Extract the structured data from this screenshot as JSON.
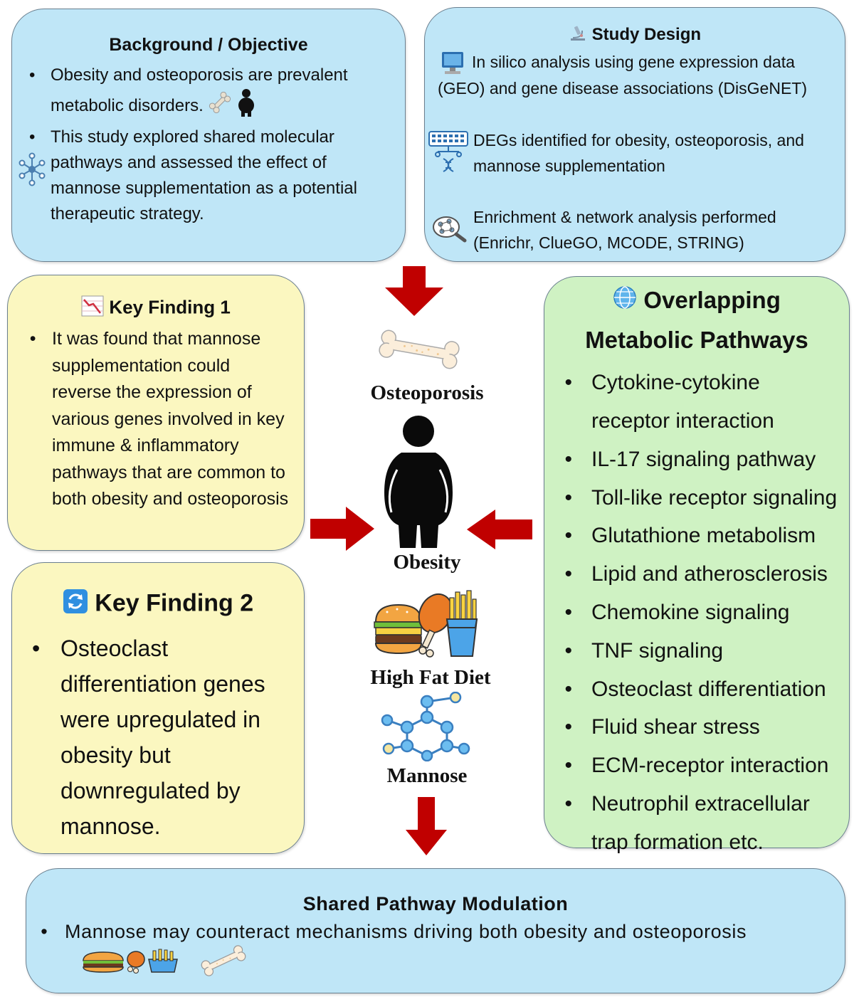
{
  "background": {
    "title": "Background / Objective",
    "items": [
      "Obesity and osteoporosis are prevalent metabolic disorders.",
      "This study explored shared molecular pathways and assessed the effect of mannose supplementation as a potential therapeutic strategy."
    ]
  },
  "study_design": {
    "title": "Study Design",
    "items": [
      "In silico analysis using  gene expression data (GEO) and  gene disease associations (DisGeNET)",
      "DEGs identified for obesity, osteoporosis, and mannose supplementation",
      "Enrichment & network analysis performed (Enrichr,   ClueGO, MCODE, STRING)"
    ]
  },
  "key_finding_1": {
    "title": "Key Finding 1",
    "items": [
      "It was found that mannose supplementation could reverse the expression of various genes involved in key immune & inflammatory pathways that are common to both obesity and osteoporosis"
    ]
  },
  "key_finding_2": {
    "title": "Key Finding 2",
    "items": [
      "Osteoclast differentiation genes were upregulated in obesity but downregulated by mannose."
    ]
  },
  "pathways": {
    "title": "Overlapping Metabolic Pathways",
    "items": [
      "Cytokine-cytokine receptor interaction",
      "IL-17 signaling pathway",
      "Toll-like receptor signaling",
      "Glutathione metabolism",
      "Lipid and atherosclerosis",
      "Chemokine signaling",
      "TNF signaling",
      "Osteoclast differentiation",
      "Fluid shear stress",
      "ECM-receptor interaction",
      "Neutrophil extracellular trap formation   etc."
    ]
  },
  "center": {
    "osteoporosis": "Osteoporosis",
    "obesity": "Obesity",
    "high_fat_diet": "High Fat Diet",
    "mannose": "Mannose"
  },
  "shared": {
    "title": "Shared Pathway Modulation",
    "items": [
      "Mannose may counteract mechanisms driving both obesity and osteoporosis"
    ]
  },
  "colors": {
    "arrow": "#c00000",
    "blue_box": "#bfe6f7",
    "yellow_box": "#fbf7c0",
    "green_box": "#cff2c3"
  }
}
